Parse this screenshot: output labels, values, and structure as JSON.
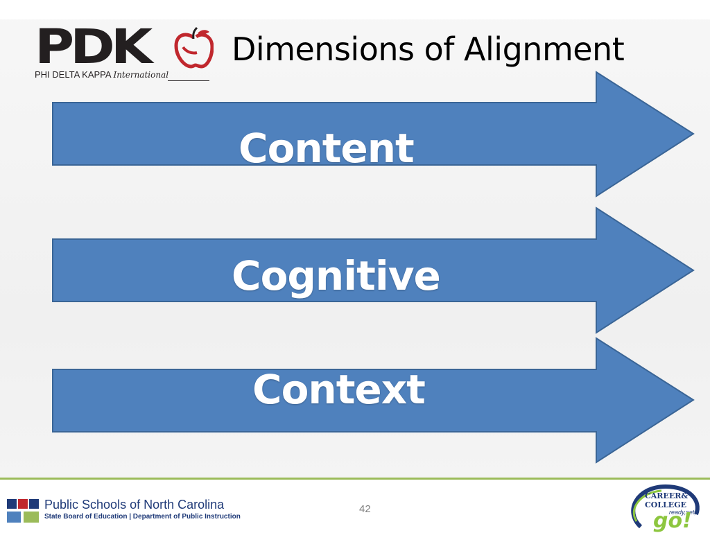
{
  "header": {
    "logo": {
      "letters": "PDK",
      "org_name": "PHI DELTA KAPPA",
      "org_suffix": "International"
    },
    "title": "Dimensions of Alignment"
  },
  "arrows": [
    {
      "label": "Content"
    },
    {
      "label": "Cognitive"
    },
    {
      "label": "Context"
    }
  ],
  "footer": {
    "org_name": "Public Schools of North Carolina",
    "org_subtitle": "State Board of Education | Department of Public Instruction",
    "page_number": "42",
    "badge": {
      "line1": "CAREER&",
      "line2": "COLLEGE",
      "tagline": "ready,set,",
      "go": "go!"
    }
  },
  "colors": {
    "arrow_fill": "#4f81bd",
    "arrow_stroke": "#3a6596",
    "footer_rule": "#9bbb59",
    "apple_red": "#c0272d"
  }
}
